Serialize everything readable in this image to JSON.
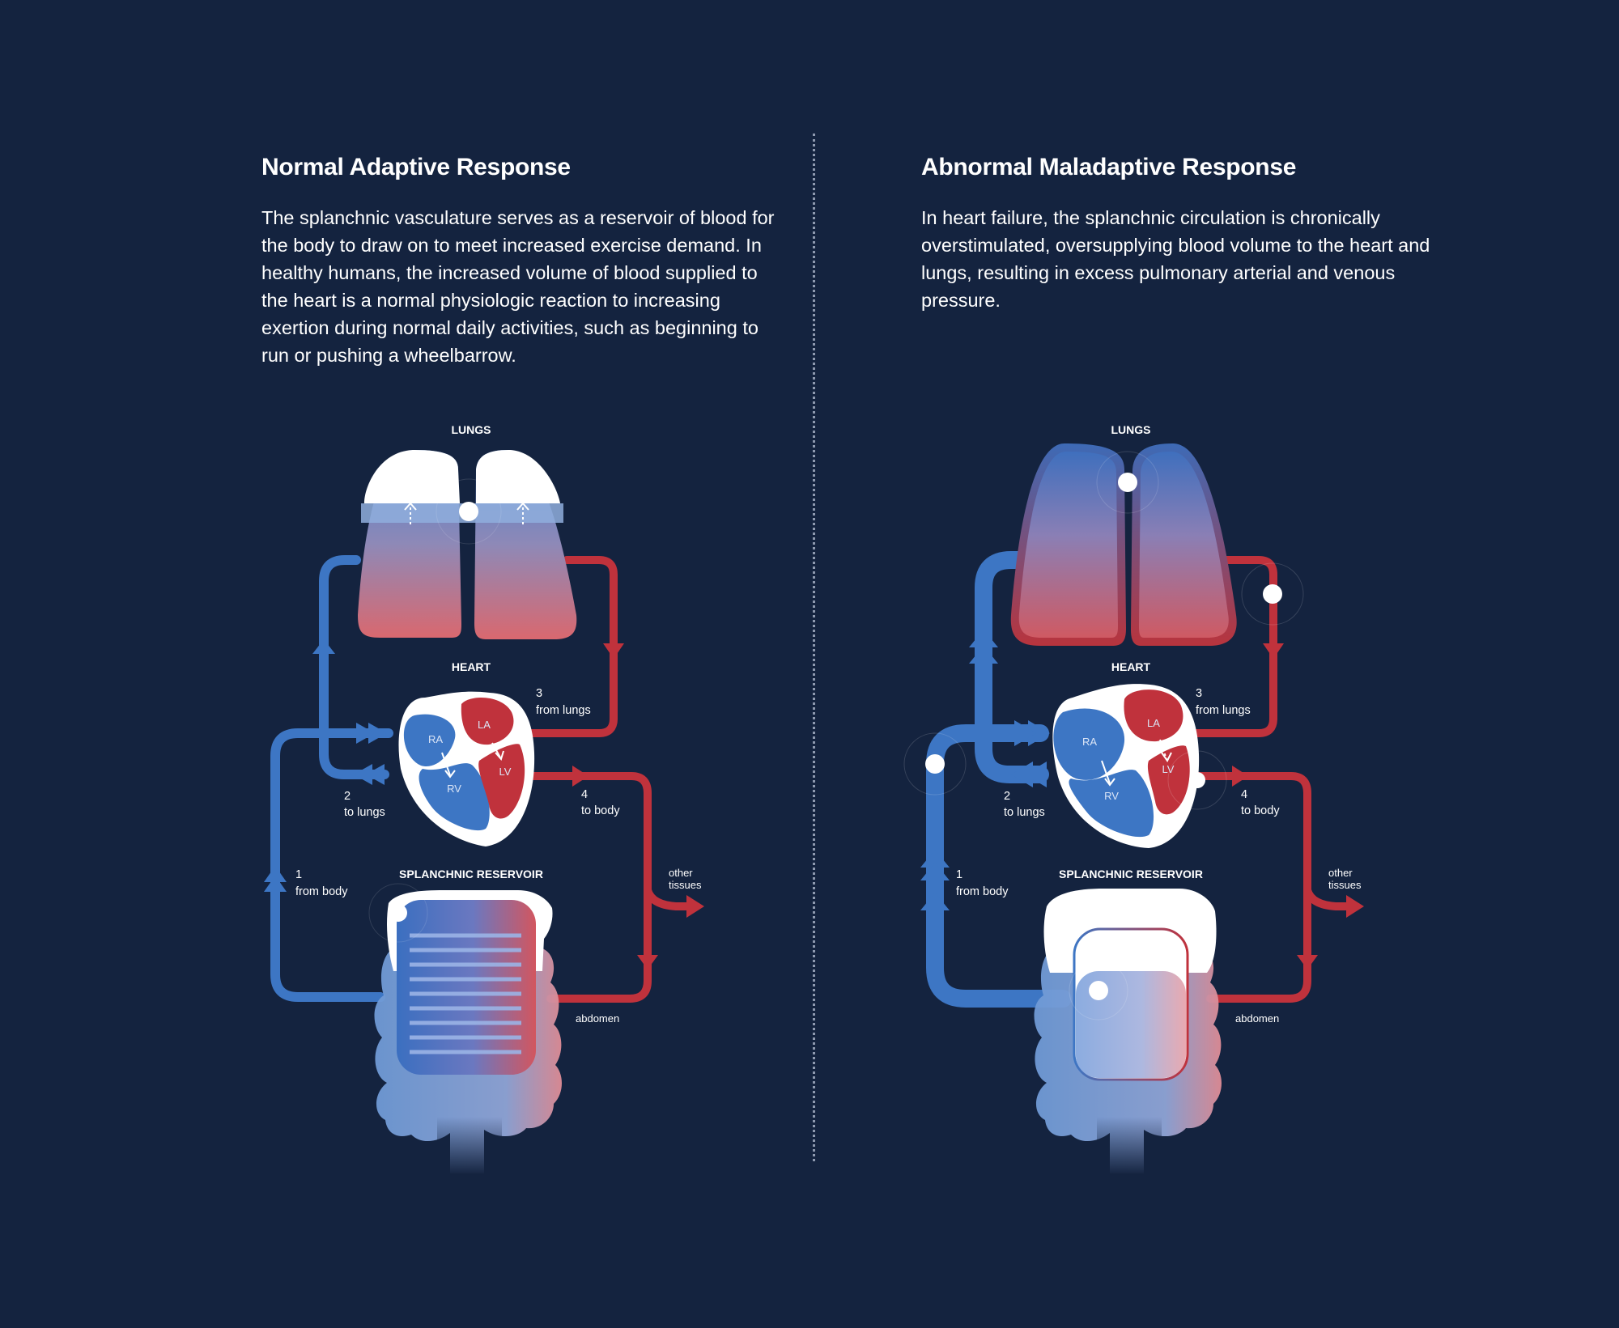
{
  "panels": [
    {
      "title": "Normal Adaptive Response",
      "description": "The splanchnic vasculature serves as a reservoir of blood for the body to draw on to meet increased exercise demand.  In healthy humans, the increased volume of blood supplied to the heart is a normal physiologic reaction to increasing exertion during normal daily activities, such as beginning to run or pushing a wheelbarrow.",
      "labels": {
        "lungs": "LUNGS",
        "heart": "HEART",
        "reservoir": "SPLANCHNIC RESERVOIR",
        "step1_num": "1",
        "step1_text": "from body",
        "step2_num": "2",
        "step2_text": "to lungs",
        "step3_num": "3",
        "step3_text": "from lungs",
        "step4_num": "4",
        "step4_text": "to body",
        "other1": "other",
        "other2": "tissues",
        "abdomen": "abdomen",
        "ra": "RA",
        "la": "LA",
        "rv": "RV",
        "lv": "LV"
      }
    },
    {
      "title": "Abnormal Maladaptive Response",
      "description": "In heart failure, the splanchnic circulation is chronically overstimulated, oversupplying blood volume to the heart and lungs, resulting in excess pulmonary arterial and venous pressure.",
      "labels": {
        "lungs": "LUNGS",
        "heart": "HEART",
        "reservoir": "SPLANCHNIC RESERVOIR",
        "step1_num": "1",
        "step1_text": "from body",
        "step2_num": "2",
        "step2_text": "to lungs",
        "step3_num": "3",
        "step3_text": "from lungs",
        "step4_num": "4",
        "step4_text": "to body",
        "other1": "other",
        "other2": "tissues",
        "abdomen": "abdomen",
        "ra": "RA",
        "la": "LA",
        "rv": "RV",
        "lv": "LV"
      }
    }
  ],
  "colors": {
    "background": "#14233f",
    "venous_blue": "#3d76c4",
    "arterial_red": "#c0323c",
    "text": "#ffffff"
  }
}
